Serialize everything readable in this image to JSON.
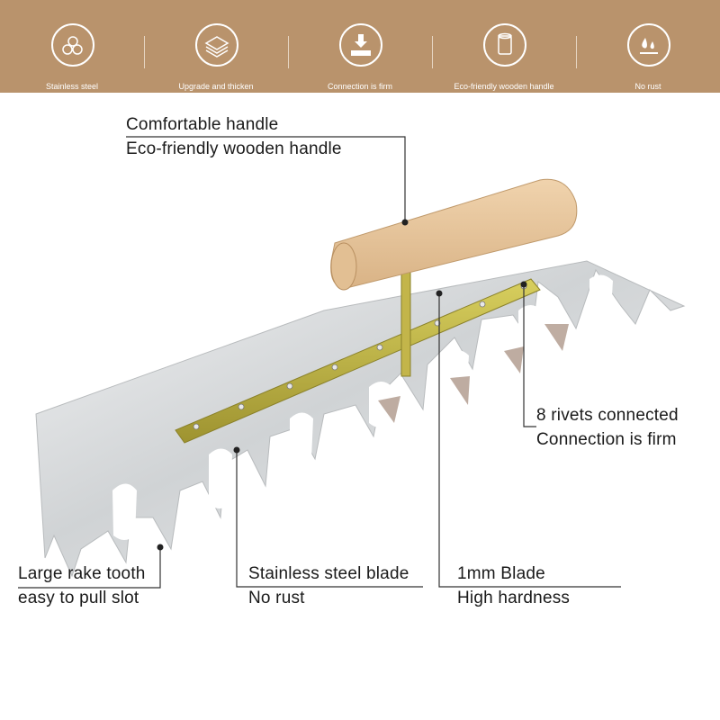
{
  "features": [
    {
      "label": "Stainless steel",
      "icon": "logs-icon"
    },
    {
      "label": "Upgrade and thicken",
      "icon": "stacked-layers-icon"
    },
    {
      "label": "Connection is firm",
      "icon": "press-down-icon"
    },
    {
      "label": "Eco-friendly wooden handle",
      "icon": "wood-roll-icon"
    },
    {
      "label": "No rust",
      "icon": "water-drops-icon"
    }
  ],
  "annotations": {
    "handle": {
      "line1": "Comfortable handle",
      "line2": "Eco-friendly wooden handle"
    },
    "rivets": {
      "line1": "8 rivets connected",
      "line2": "Connection is firm"
    },
    "tooth": {
      "line1": "Large rake tooth",
      "line2": "easy to pull slot"
    },
    "blade": {
      "line1": "Stainless steel blade",
      "line2": "No rust"
    },
    "thickness": {
      "line1": "1mm Blade",
      "line2": "High hardness"
    }
  },
  "colors": {
    "banner": "#b9936c",
    "text": "#1a1a1a",
    "steel": "#d9dbdc",
    "wood": "#e9c9a0",
    "bar": "#b8ad3a"
  }
}
